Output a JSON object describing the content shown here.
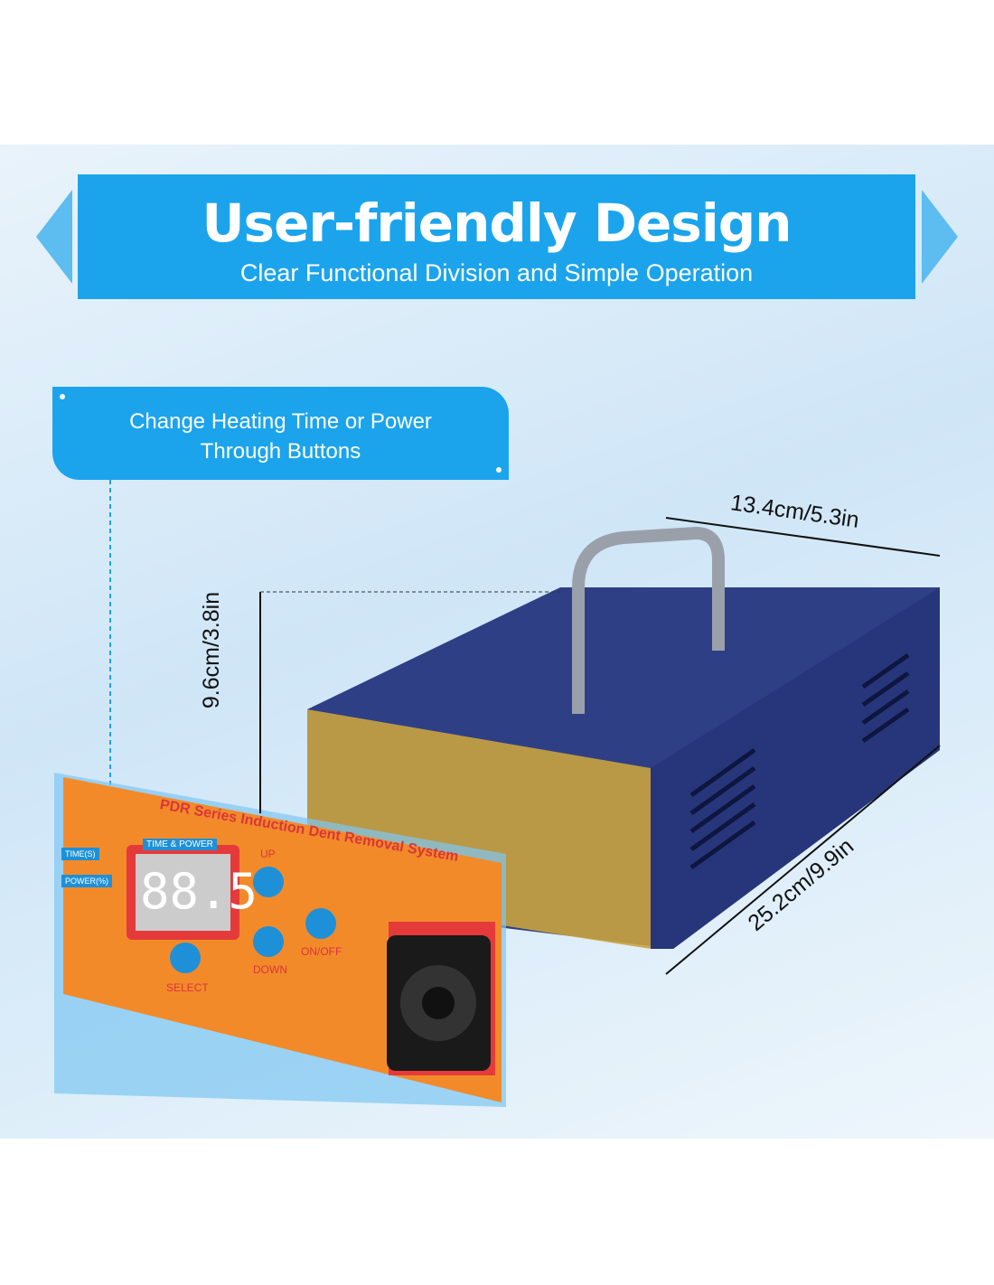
{
  "banner": {
    "title": "User-friendly Design",
    "subtitle": "Clear Functional Division and Simple Operation"
  },
  "callout": {
    "line1": "Change Heating Time or Power",
    "line2": "Through Buttons"
  },
  "dimensions": {
    "width": "13.4cm/5.3in",
    "height": "9.6cm/3.8in",
    "length": "25.2cm/9.9in"
  },
  "panel": {
    "brand": "PDR Series Induction Dent Removal System",
    "display_label": "TIME & POWER",
    "display_value": "88.5",
    "time_label": "TIME(S)",
    "power_label": "POWER(%)",
    "up": "UP",
    "down": "DOWN",
    "select": "SELECT",
    "onoff": "ON/OFF"
  },
  "colors": {
    "accent": "#1ba4ec",
    "panel": "#f28a2a",
    "case": "#2e3f86"
  }
}
